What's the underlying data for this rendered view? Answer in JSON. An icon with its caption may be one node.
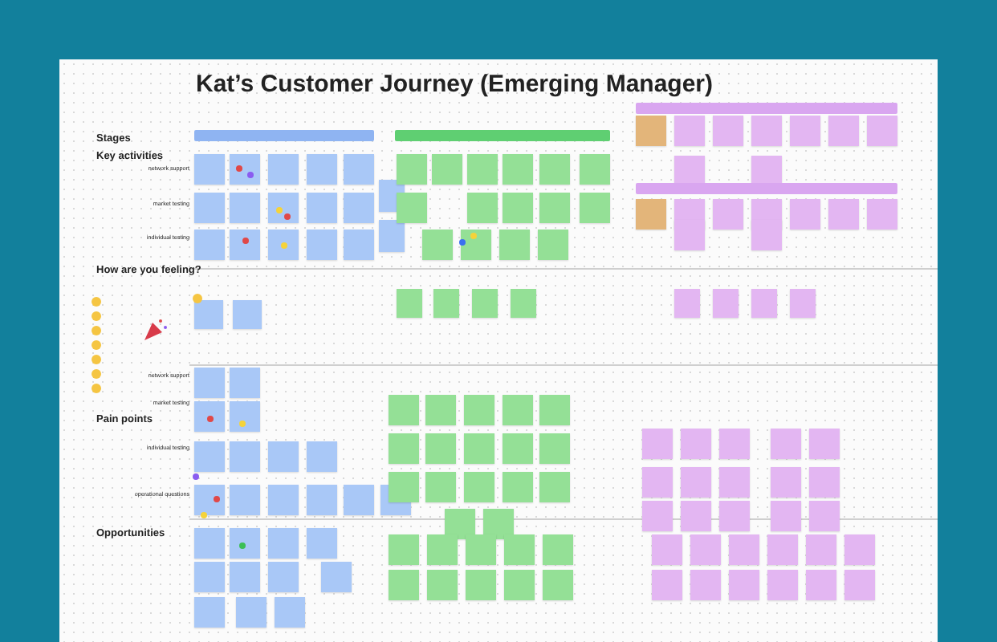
{
  "diagram": {
    "title": "Kat’s Customer Journey (Emerging Manager)",
    "nodes": [
      {
        "text": [],
        "shape": "bar"
      },
      {
        "text": [],
        "shape": "bar"
      },
      {
        "text": [],
        "shape": "bar"
      },
      {
        "text": [],
        "shape": "bar"
      }
    ],
    "labels": [
      "Stages",
      "Key activities",
      "network support",
      "market testing",
      "individual testing",
      "How are you feeling?",
      "network support",
      "Pain points",
      "market testing",
      "individual testing",
      "operational questions",
      "Opportunities"
    ]
  }
}
